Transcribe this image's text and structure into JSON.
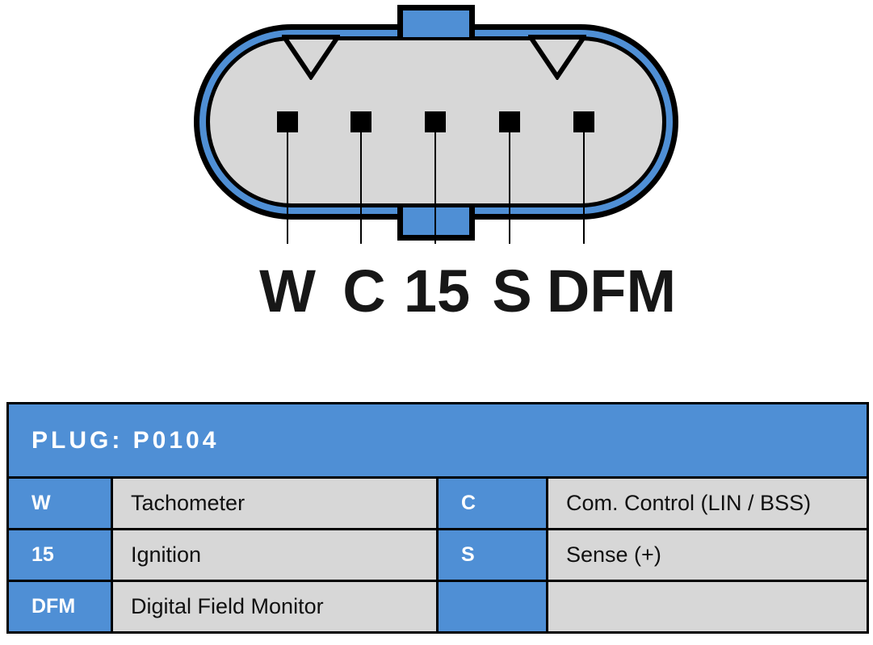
{
  "colors": {
    "accent_blue": "#4F8FD5",
    "connector_gray": "#D7D7D7",
    "outline_black": "#000000",
    "text_white": "#FFFFFF"
  },
  "connector": {
    "pin_labels": [
      "W",
      "C",
      "15",
      "S",
      "DFM"
    ]
  },
  "table": {
    "title": "PLUG: P0104",
    "rows": [
      [
        "W",
        "Tachometer",
        "C",
        "Com. Control (LIN / BSS)"
      ],
      [
        "15",
        "Ignition",
        "S",
        "Sense (+)"
      ],
      [
        "DFM",
        "Digital Field Monitor",
        "",
        ""
      ]
    ]
  }
}
